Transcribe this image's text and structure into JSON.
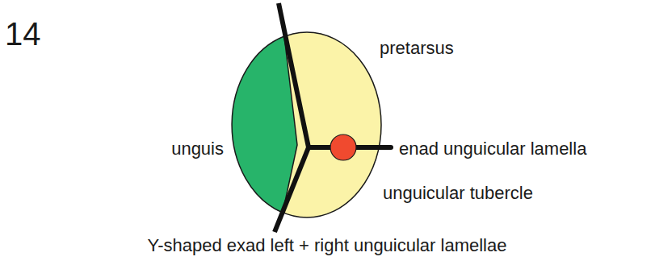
{
  "diagram": {
    "labels": [
      "14",
      "pretarsus",
      "unguis",
      "enad unguicular lamella",
      "unguicular tubercle",
      "Y-shaped exad left + right unguicular lamellae"
    ]
  }
}
